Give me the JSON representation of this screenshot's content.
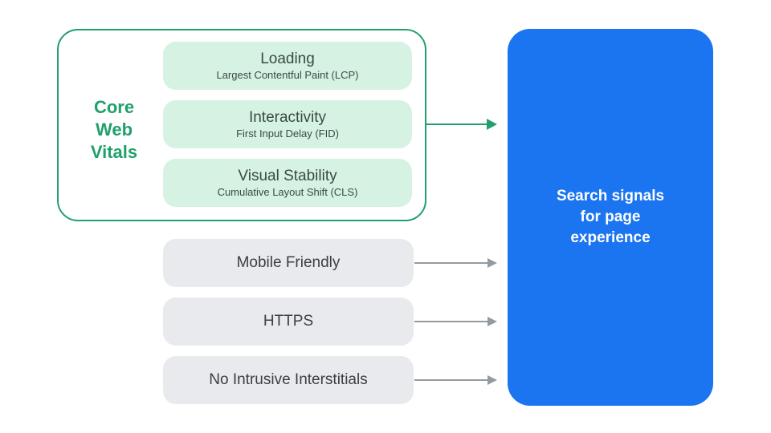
{
  "colors": {
    "green": "#21A06B",
    "green-light": "#D6F2E3",
    "blue": "#1B74F0",
    "gray-pill": "#E8EAED",
    "arrow-gray": "#939BA1",
    "text-dark": "#3C4043",
    "text-green-dark": "#394B44"
  },
  "core_web_vitals": {
    "label_lines": [
      "Core",
      "Web",
      "Vitals"
    ],
    "items": [
      {
        "title": "Loading",
        "subtitle": "Largest Contentful Paint (LCP)"
      },
      {
        "title": "Interactivity",
        "subtitle": "First Input Delay (FID)"
      },
      {
        "title": "Visual Stability",
        "subtitle": "Cumulative Layout Shift (CLS)"
      }
    ]
  },
  "other_signals": [
    {
      "label": "Mobile Friendly"
    },
    {
      "label": "HTTPS"
    },
    {
      "label": "No Intrusive Interstitials"
    }
  ],
  "result_box": {
    "label": "Search signals for page experience"
  }
}
